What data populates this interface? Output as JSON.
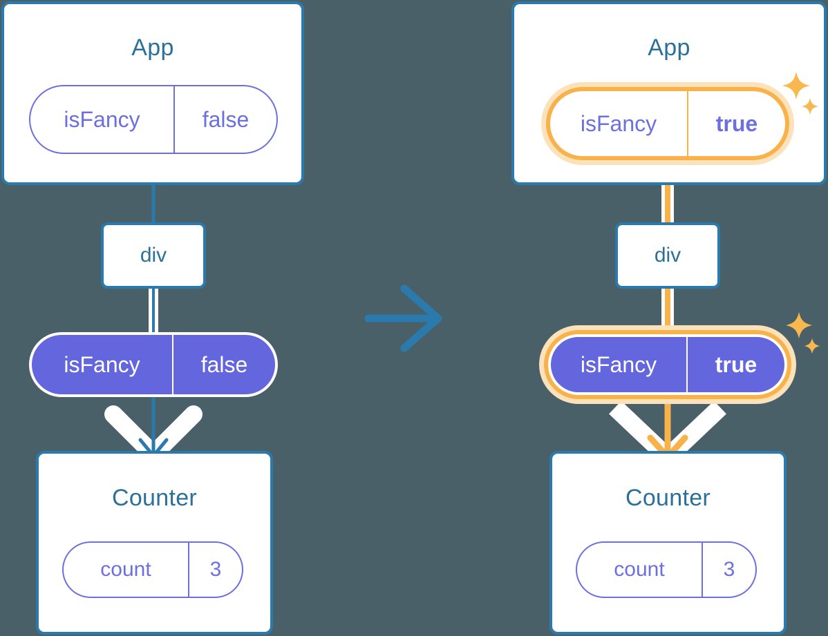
{
  "theme": {
    "background": "#4a6069",
    "card_border": "#2b7aad",
    "card_fill": "#ffffff",
    "title_color": "#2b7099",
    "pill_outline_stroke": "#6b6fe0",
    "pill_solid_fill": "#6366dc",
    "highlight_stroke": "#f9b24a",
    "highlight_glow": "#fbe2bb",
    "connector_blue": "#2b7aad",
    "connector_blue_faded": "#c5d5ea",
    "connector_orange": "#f9b24a",
    "connector_orange_faded": "#fbe2bb",
    "arrow_wing": "#ffffff"
  },
  "transition_arrow": {
    "icon": "arrow-right-icon",
    "color": "#2b7aad"
  },
  "panels": [
    {
      "id": "before",
      "app": {
        "title": "App",
        "state_pill": {
          "name": "isFancy",
          "value": "false",
          "highlighted": false,
          "style": "outline"
        }
      },
      "div": {
        "label": "div"
      },
      "prop_pill": {
        "name": "isFancy",
        "value": "false",
        "highlighted": false,
        "style": "solid"
      },
      "counter": {
        "title": "Counter",
        "state_pill": {
          "name": "count",
          "value": "3",
          "highlighted": false,
          "style": "outline"
        }
      },
      "connector_color": "#2b7aad",
      "sparkles": false
    },
    {
      "id": "after",
      "app": {
        "title": "App",
        "state_pill": {
          "name": "isFancy",
          "value": "true",
          "highlighted": true,
          "style": "outline"
        }
      },
      "div": {
        "label": "div"
      },
      "prop_pill": {
        "name": "isFancy",
        "value": "true",
        "highlighted": true,
        "style": "solid"
      },
      "counter": {
        "title": "Counter",
        "state_pill": {
          "name": "count",
          "value": "3",
          "highlighted": false,
          "style": "outline"
        }
      },
      "connector_color": "#f9b24a",
      "sparkles": true
    }
  ],
  "sparkle_icons": [
    "sparkle-large-icon",
    "sparkle-small-icon"
  ]
}
